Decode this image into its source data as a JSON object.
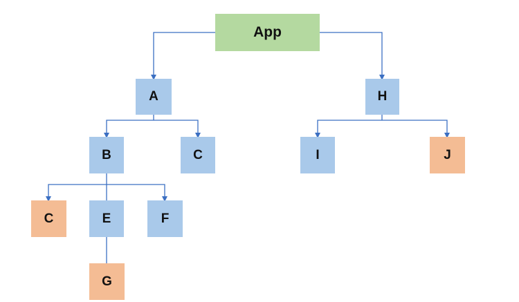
{
  "nodes": {
    "app": "App",
    "a": "A",
    "h": "H",
    "b": "B",
    "c1": "C",
    "i": "I",
    "j": "J",
    "c2": "C",
    "e": "E",
    "f": "F",
    "g": "G"
  },
  "colors": {
    "root": "#b4d9a0",
    "default": "#a9c9ea",
    "highlight": "#f4bc94",
    "edge": "#3b6fc2"
  }
}
